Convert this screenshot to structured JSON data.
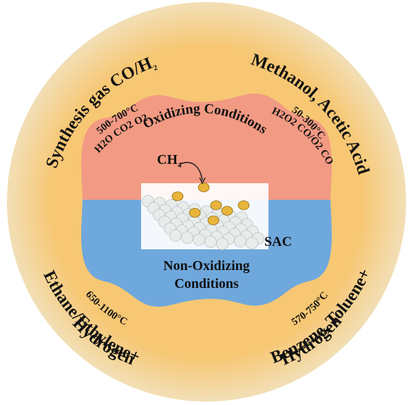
{
  "colors": {
    "outer_ring": "#f7c774",
    "ring_edge": "#f2e7cf",
    "oxidizing_region": "#f29a83",
    "non_oxidizing_region": "#6fa8dc",
    "catalyst_atom": "#e9b43a",
    "support_atom": "#e8ecea",
    "text": "#111111"
  },
  "outer_labels": {
    "top_left": {
      "main": "Synthesis gas CO/H",
      "sub": "2"
    },
    "top_right": "Methanol, Acetic Acid",
    "bottom_left_line1": "Ethane/Ethylene+",
    "bottom_left_line2": "Hydrogen",
    "bottom_right_line1": "Benzene, Toluene+",
    "bottom_right_line2": "Hydrogen"
  },
  "conditions": {
    "top_left_temp": "500-700°C",
    "top_left_reagents": "H2O CO2 O2",
    "top_right_temp": "50-300°C",
    "top_right_reagents_1": "H2O2 CO/O2 CO2",
    "bottom_left_temp": "650-1100°C",
    "bottom_right_temp": "570-750°C"
  },
  "center": {
    "oxidizing": "Oxidizing Conditions",
    "non_oxidizing_line1": "Non-Oxidizing",
    "non_oxidizing_line2": "Conditions",
    "methane": "CH",
    "methane_sub": "4",
    "sac": "SAC"
  },
  "icons": [
    "catalyst-surface-icon",
    "gold-atom-icon",
    "arrow-icon"
  ]
}
